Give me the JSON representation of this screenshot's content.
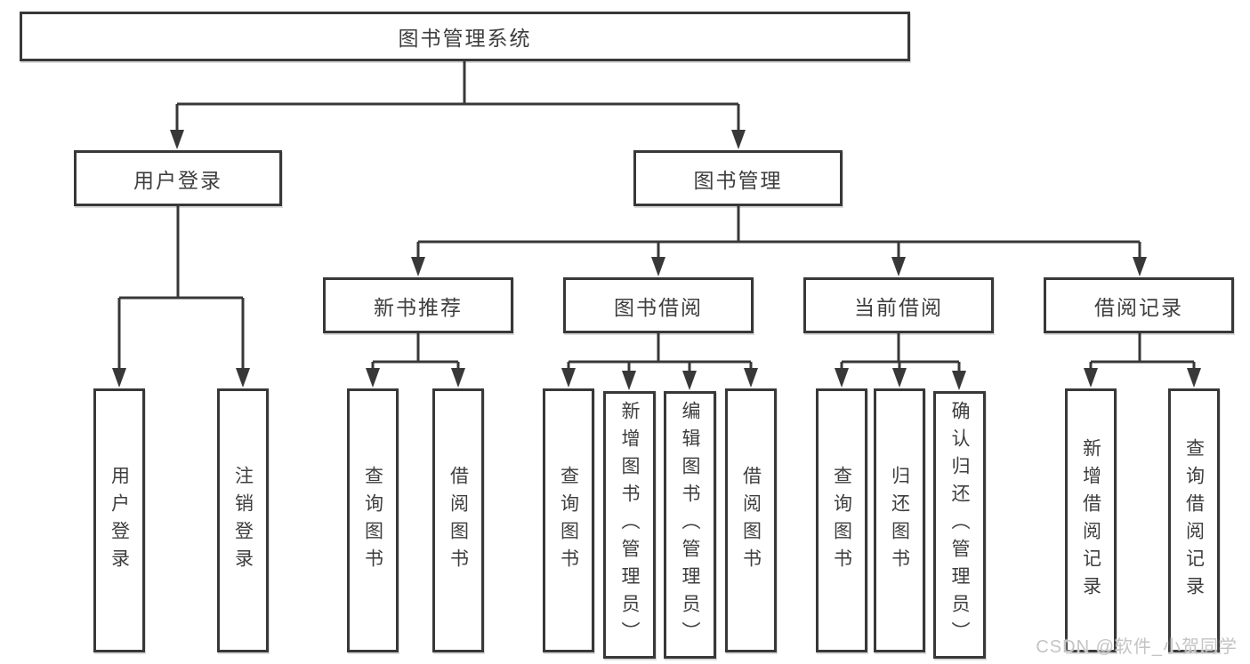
{
  "diagram": {
    "title": "图书管理系统",
    "branches": [
      {
        "label": "用户登录",
        "children": [
          "用户登录",
          "注销登录"
        ]
      },
      {
        "label": "图书管理",
        "groups": [
          {
            "label": "新书推荐",
            "children": [
              "查询图书",
              "借阅图书"
            ]
          },
          {
            "label": "图书借阅",
            "children": [
              "查询图书",
              "新增图书（管理员）",
              "编辑图书（管理员）",
              "借阅图书"
            ]
          },
          {
            "label": "当前借阅",
            "children": [
              "查询图书",
              "归还图书",
              "确认归还（管理员）"
            ]
          },
          {
            "label": "借阅记录",
            "children": [
              "新增借阅记录",
              "查询借阅记录"
            ]
          }
        ]
      }
    ]
  },
  "watermark": {
    "text": "CSDN @软件_小贺同学"
  },
  "colors": {
    "line": "#383838",
    "text": "#3e3e3e",
    "watermark": "#c4c4c4",
    "background": "#ffffff"
  }
}
